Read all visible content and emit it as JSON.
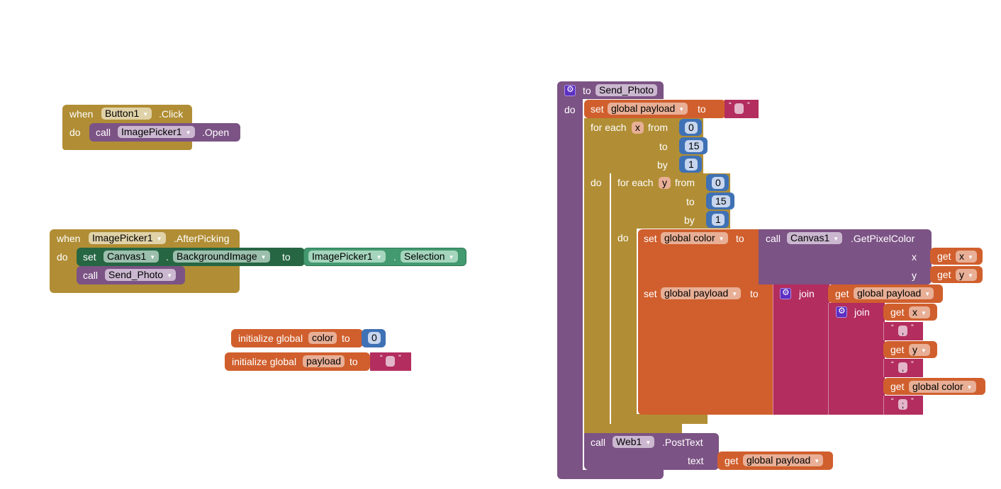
{
  "workspace": {
    "event_button_click": {
      "when": "when",
      "component": "Button1",
      "event": ".Click",
      "do": "do",
      "call": "call",
      "target": "ImagePicker1",
      "method": ".Open"
    },
    "event_after_picking": {
      "when": "when",
      "component": "ImagePicker1",
      "event": ".AfterPicking",
      "do": "do",
      "set": "set",
      "set_component": "Canvas1",
      "dot": ".",
      "set_property": "BackgroundImage",
      "to": "to",
      "get_component": "ImagePicker1",
      "get_property": "Selection",
      "call": "call",
      "procedure": "Send_Photo"
    },
    "global_color": {
      "label": "initialize global",
      "name": "color",
      "to": "to",
      "value": "0"
    },
    "global_payload": {
      "label": "initialize global",
      "name": "payload",
      "to": "to",
      "value": ""
    },
    "procedure_send_photo": {
      "to": "to",
      "name": "Send_Photo",
      "do": "do",
      "set1": {
        "set": "set",
        "var": "global payload",
        "to": "to",
        "value": ""
      },
      "outer_loop": {
        "for_each": "for each",
        "var": "x",
        "from": "from",
        "from_val": "0",
        "to": "to",
        "to_val": "15",
        "by": "by",
        "by_val": "1",
        "do": "do"
      },
      "inner_loop": {
        "for_each": "for each",
        "var": "y",
        "from": "from",
        "from_val": "0",
        "to": "to",
        "to_val": "15",
        "by": "by",
        "by_val": "1",
        "do": "do"
      },
      "set_color": {
        "set": "set",
        "var": "global color",
        "to": "to",
        "call": "call",
        "component": "Canvas1",
        "method": ".GetPixelColor",
        "arg_x": "x",
        "arg_y": "y",
        "get": "get",
        "get_x": "x",
        "get_y": "y"
      },
      "set_payload": {
        "set": "set",
        "var": "global payload",
        "to": "to",
        "join": "join",
        "get": "get",
        "get_payload": "global payload",
        "get_x": "x",
        "sep1": ",",
        "get_y": "y",
        "sep2": ",",
        "get_color": "global color",
        "sep3": ";"
      },
      "post": {
        "call": "call",
        "component": "Web1",
        "method": ".PostText",
        "text": "text",
        "get": "get",
        "var": "global payload"
      }
    }
  },
  "colors": {
    "control": "#b18e35",
    "procedure": "#7c5385",
    "variable": "#d05f2d",
    "math": "#3f71b5",
    "text": "#b32d5e",
    "component_setter": "#266643",
    "component_getter": "#439970"
  }
}
